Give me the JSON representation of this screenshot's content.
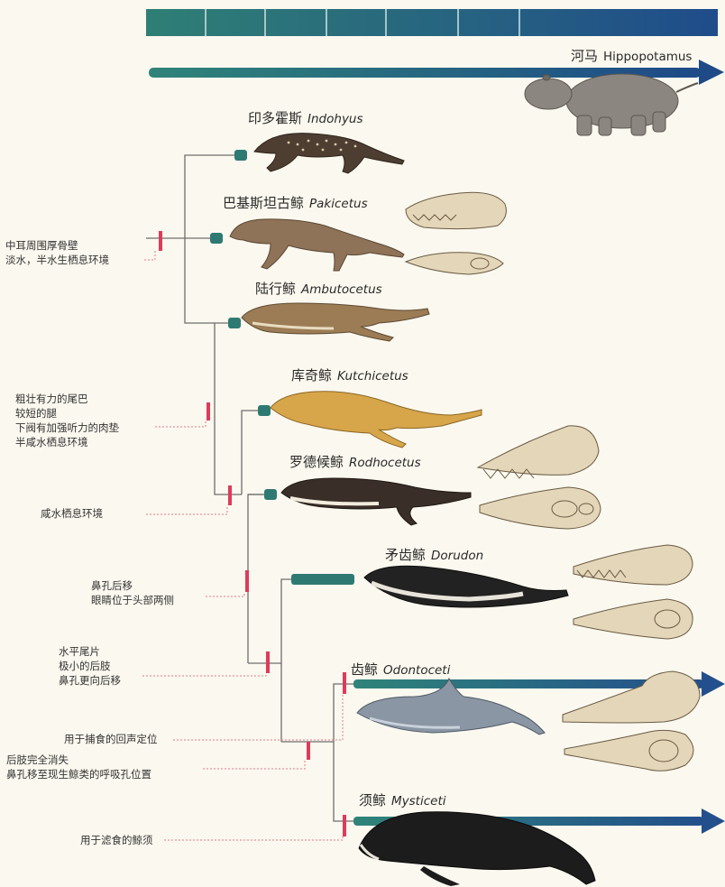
{
  "colors": {
    "timeline_left": "#2f7f75",
    "timeline_right": "#1f4c8a",
    "node": "#2e7a72",
    "marker": "#e03a5a",
    "branch_line": "#6e6e6e",
    "dotted": "#e67a8a"
  },
  "taxa": {
    "hippopotamus": {
      "cn": "河马",
      "sci": "Hippopotamus"
    },
    "indohyus": {
      "cn": "印多霍斯",
      "sci": "Indohyus"
    },
    "pakicetus": {
      "cn": "巴基斯坦古鲸",
      "sci": "Pakicetus"
    },
    "ambulocetus": {
      "cn": "陆行鲸",
      "sci": "Ambutocetus"
    },
    "kutchicetus": {
      "cn": "库奇鲸",
      "sci": "Kutchicetus"
    },
    "rodhocetus": {
      "cn": "罗德候鲸",
      "sci": "Rodhocetus"
    },
    "dorudon": {
      "cn": "矛齿鲸",
      "sci": "Dorudon"
    },
    "odontoceti": {
      "cn": "齿鲸",
      "sci": "Odontoceti"
    },
    "mysticeti": {
      "cn": "须鲸",
      "sci": "Mysticeti"
    }
  },
  "notes": {
    "n1": [
      "中耳周围厚骨壁",
      "淡水，半水生栖息环境"
    ],
    "n2": [
      "粗壮有力的尾巴",
      "较短的腿",
      "下阀有加强听力的肉垫",
      "半咸水栖息环境"
    ],
    "n3": [
      "咸水栖息环境"
    ],
    "n4": [
      "鼻孔后移",
      "眼睛位于头部两侧"
    ],
    "n5": [
      "水平尾片",
      "极小的后肢",
      "鼻孔更向后移"
    ],
    "n6": [
      "用于捕食的回声定位"
    ],
    "n7": [
      "后肢完全消失",
      "鼻孔移至现生鲸类的呼吸孔位置"
    ],
    "n8": [
      "用于滤食的鲸须"
    ]
  }
}
